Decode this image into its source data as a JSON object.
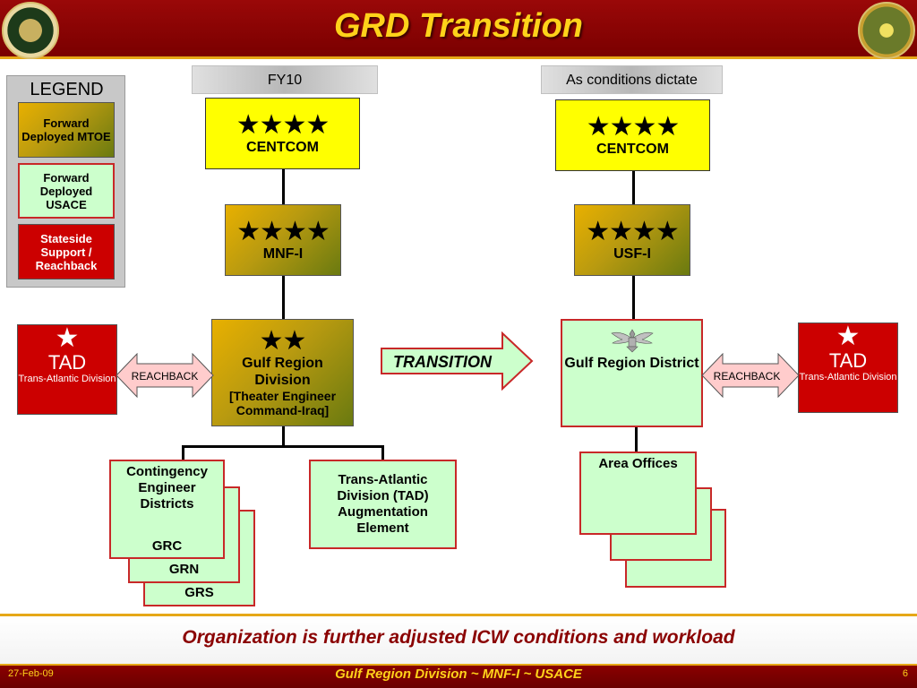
{
  "header": {
    "title": "GRD Transition",
    "left_seal": "multinational-force-iraq-seal-icon",
    "right_seal": "gulf-region-division-seal-icon"
  },
  "columns": {
    "left_tab": "FY10",
    "right_tab": "As conditions dictate"
  },
  "legend": {
    "title": "LEGEND",
    "items": [
      {
        "label": "Forward Deployed MTOE",
        "color": "#c8a010"
      },
      {
        "label": "Forward Deployed USACE",
        "color": "#ccffcc"
      },
      {
        "label": "Stateside Support / Reachback",
        "color": "#cc0000"
      }
    ]
  },
  "left_chart": {
    "centcom": {
      "stars": "★★★★",
      "label": "CENTCOM"
    },
    "mnfi": {
      "stars": "★★★★",
      "label": "MNF-I"
    },
    "grd": {
      "stars": "★★",
      "label": "Gulf Region Division",
      "sublabel": "[Theater Engineer Command-Iraq]"
    },
    "tad": {
      "star": "★",
      "title": "TAD",
      "subtitle": "Trans-Atlantic Division"
    },
    "reachback": "REACHBACK",
    "districts": {
      "title": "Contingency Engineer Districts",
      "items": [
        "GRC",
        "GRN",
        "GRS"
      ]
    },
    "augmentation": "Trans-Atlantic Division (TAD) Augmentation Element"
  },
  "transition": {
    "label": "TRANSITION"
  },
  "right_chart": {
    "centcom": {
      "stars": "★★★★",
      "label": "CENTCOM"
    },
    "usfi": {
      "stars": "★★★★",
      "label": "USF-I"
    },
    "grd": {
      "icon": "colonel-eagle-icon",
      "label": "Gulf Region District"
    },
    "tad": {
      "star": "★",
      "title": "TAD",
      "subtitle": "Trans-Atlantic Division"
    },
    "reachback": "REACHBACK",
    "area_offices": "Area Offices"
  },
  "footer": {
    "message": "Organization is further adjusted ICW conditions and workload",
    "date": "27-Feb-09",
    "center": "Gulf Region Division ~ MNF-I ~ USACE",
    "page": "6"
  }
}
